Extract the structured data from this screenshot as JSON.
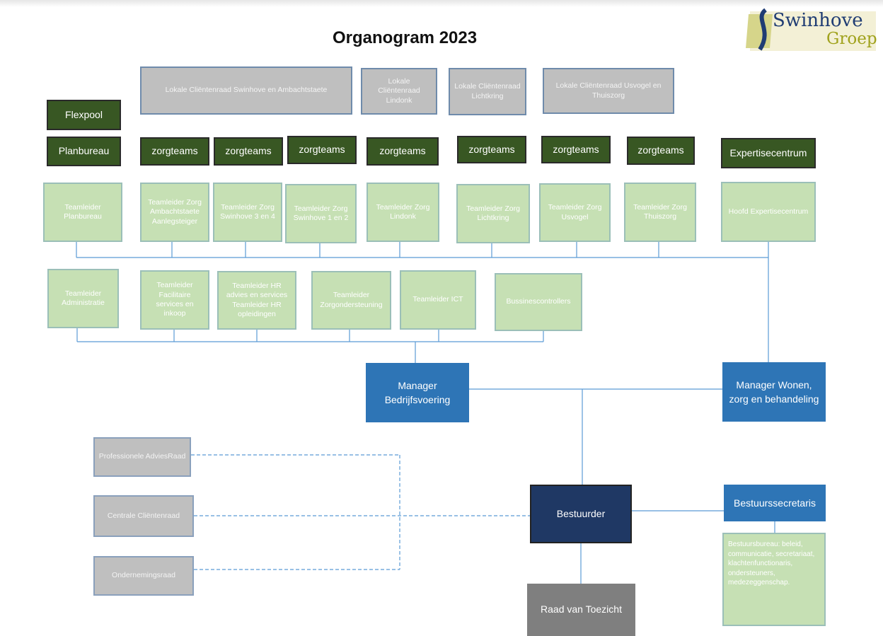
{
  "title": "Organogram 2023",
  "logo": {
    "line1": "Swinhove",
    "line2": "Groep"
  },
  "councils_top": [
    "Lokale Cliëntenraad Swinhove en Ambachtstaete",
    "Lokale Cliëntenraad Lindonk",
    "Lokale Cliëntenraad Lichtkring",
    "Lokale Cliëntenraad Usvogel en Thuiszorg"
  ],
  "flexpool": "Flexpool",
  "units": [
    "Planbureau",
    "zorgteams",
    "zorgteams",
    "zorgteams",
    "zorgteams",
    "zorgteams",
    "zorgteams",
    "zorgteams",
    "Expertisecentrum"
  ],
  "teamleaders_care": [
    "Teamleider Planbureau",
    "Teamleider Zorg Ambachtstaete Aanlegsteiger",
    "Teamleider Zorg Swinhove 3 en 4",
    "Teamleider Zorg Swinhove 1 en 2",
    "Teamleider Zorg Lindonk",
    "Teamleider Zorg Lichtkring",
    "Teamleider Zorg Usvogel",
    "Teamleider Zorg Thuiszorg",
    "Hoofd Expertisecentrum"
  ],
  "teamleaders_support": [
    "Teamleider Administratie",
    "Teamleider Facilitaire services en inkoop",
    "Teamleider HR advies en services Teamleider HR opleidingen",
    "Teamleider Zorgondersteuning",
    "Teamleider ICT",
    "Bussinescontrollers"
  ],
  "managers": {
    "bedrijfsvoering": "Manager Bedrijfsvoering",
    "wonen": "Manager Wonen, zorg en behandeling"
  },
  "bestuurder": "Bestuurder",
  "bestuurssecretaris": "Bestuurssecretaris",
  "bestuursbureau": "Bestuursbureau: beleid, communicatie, secretariaat, klachtenfunctionaris, ondersteuners, medezeggenschap.",
  "raad_van_toezicht": "Raad van Toezicht",
  "advisory": [
    "Professionele AdviesRaad",
    "Centrale Cliëntenraad",
    "Ondernemingsraad"
  ],
  "colors": {
    "dark_green": "#385723",
    "light_green": "#c6e0b4",
    "blue": "#2e75b6",
    "navy": "#1f3864",
    "gray": "#bfbfbf",
    "dark_gray": "#7f7f7f",
    "connector": "#5b9bd5"
  }
}
